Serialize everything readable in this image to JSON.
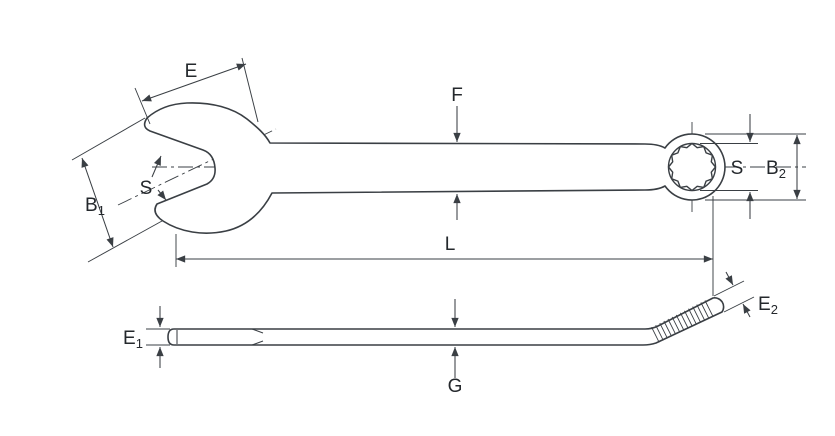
{
  "colors": {
    "line": "#3a3f44",
    "text": "#24282c",
    "background": "#ffffff"
  },
  "labels": {
    "E": "E",
    "F": "F",
    "L": "L",
    "G": "G",
    "S_open": "S",
    "S_ring": "S",
    "B1": {
      "base": "B",
      "sub": "1"
    },
    "B2": {
      "base": "B",
      "sub": "2"
    },
    "E1": {
      "base": "E",
      "sub": "1"
    },
    "E2": {
      "base": "E",
      "sub": "2"
    }
  }
}
